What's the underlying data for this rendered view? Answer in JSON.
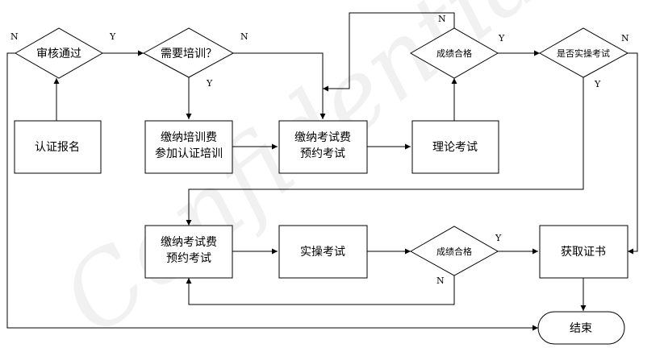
{
  "watermark": "Confidential",
  "nodes": {
    "shenhe": "审核通过",
    "xuyao": "需要培训？",
    "chengji1": "成绩合格",
    "shifou": "是否实操考试",
    "renzheng": "认证报名",
    "peixun_line1": "缴纳培训费",
    "peixun_line2": "参加认证培训",
    "kaoshi1_line1": "缴纳考试费",
    "kaoshi1_line2": "预约考试",
    "lilun": "理论考试",
    "kaoshi2_line1": "缴纳考试费",
    "kaoshi2_line2": "预约考试",
    "shicao": "实操考试",
    "chengji2": "成绩合格",
    "huoqu": "获取证书",
    "jieshu": "结束"
  },
  "edge_labels": {
    "shenhe_n": "N",
    "shenhe_y": "Y",
    "xuyao_n": "N",
    "xuyao_y": "Y",
    "chengji1_n": "N",
    "chengji1_y": "Y",
    "shifou_n": "N",
    "shifou_y": "Y",
    "chengji2_y": "Y",
    "chengji2_n": "N"
  }
}
